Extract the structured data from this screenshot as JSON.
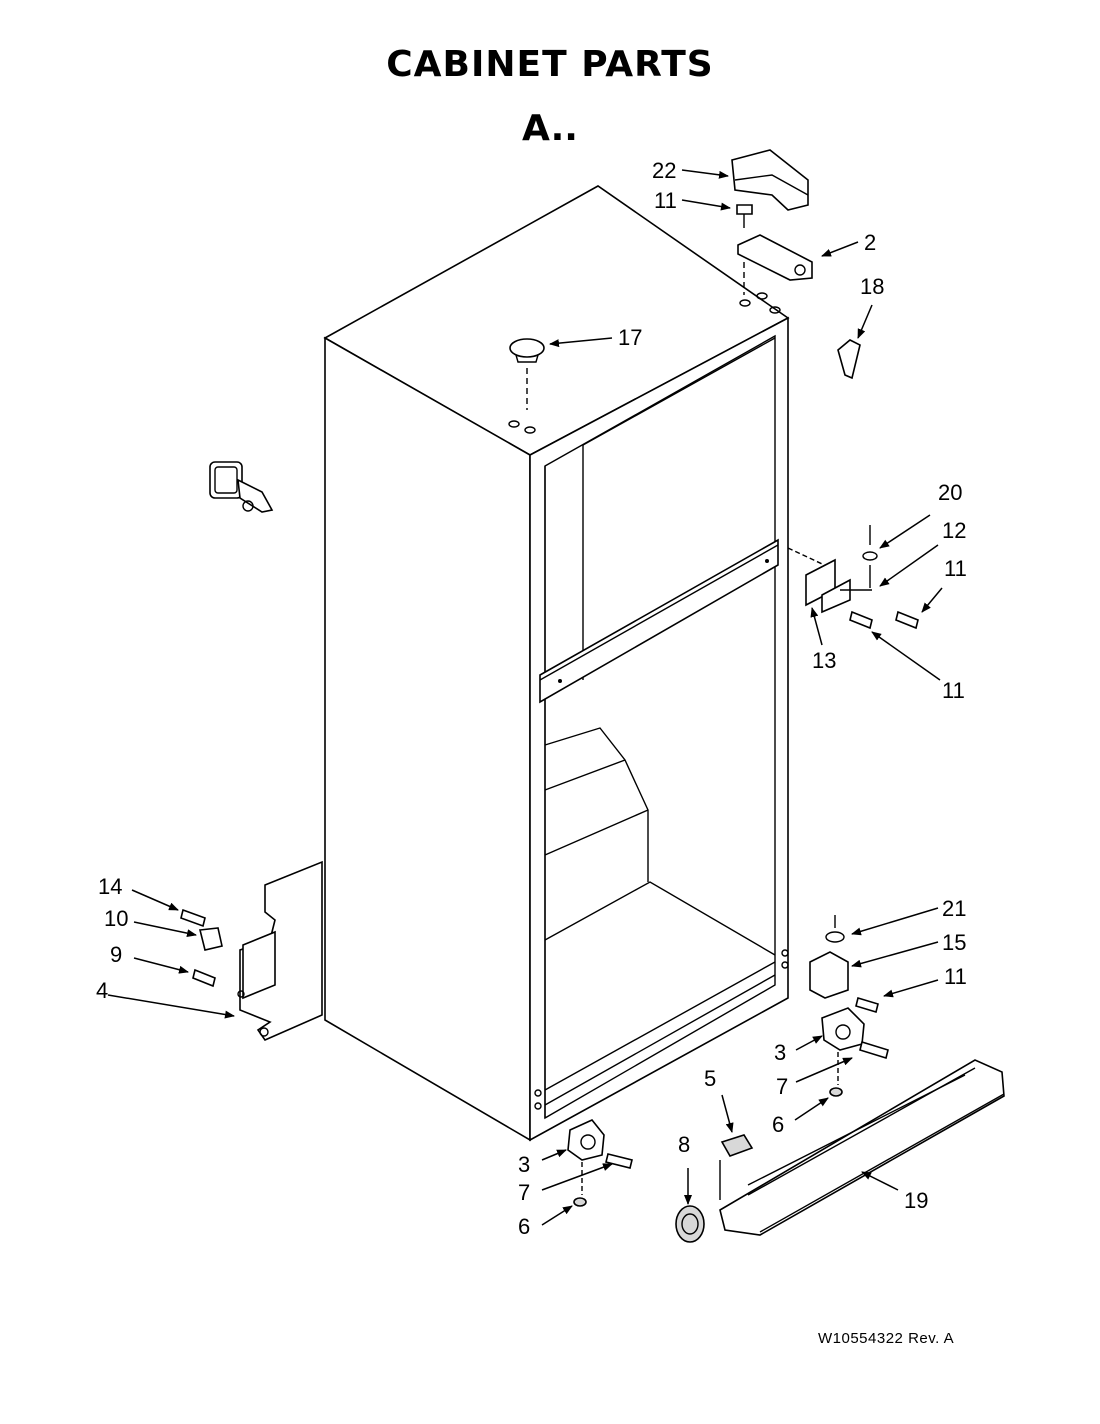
{
  "title": "CABINET PARTS",
  "subtitle": "A..",
  "footer": "W10554322   Rev.  A",
  "callouts": {
    "c22": "22",
    "c11a": "11",
    "c2": "2",
    "c18": "18",
    "c17": "17",
    "c20": "20",
    "c12": "12",
    "c11b": "11",
    "c13": "13",
    "c11c": "11",
    "c14": "14",
    "c10": "10",
    "c9": "9",
    "c4": "4",
    "c21": "21",
    "c15": "15",
    "c11d": "11",
    "c3a": "3",
    "c7a": "7",
    "c6a": "6",
    "c5": "5",
    "c8": "8",
    "c3b": "3",
    "c7b": "7",
    "c6b": "6",
    "c19": "19"
  }
}
